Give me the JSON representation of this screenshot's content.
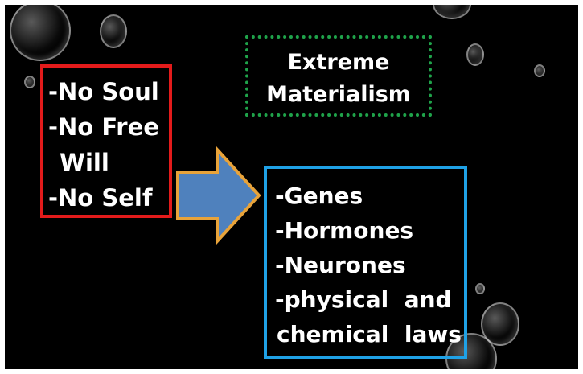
{
  "left_box": {
    "lines": [
      "-No Soul",
      "-No Free",
      "Will",
      "-No Self"
    ]
  },
  "title_box": {
    "lines": [
      "Extreme",
      "Materialism"
    ]
  },
  "right_box": {
    "lines": [
      "-Genes",
      "-Hormones",
      "-Neurones",
      "-physical  and",
      "chemical  laws"
    ]
  },
  "colors": {
    "background": "#000000",
    "left_border": "#e31b1b",
    "title_border": "#1fa34a",
    "right_border": "#1fa1e6",
    "arrow_fill": "#4f81bd",
    "arrow_outline": "#e8a33a",
    "text": "#ffffff"
  },
  "icons": [
    "right-arrow-icon",
    "bubble-icon"
  ]
}
